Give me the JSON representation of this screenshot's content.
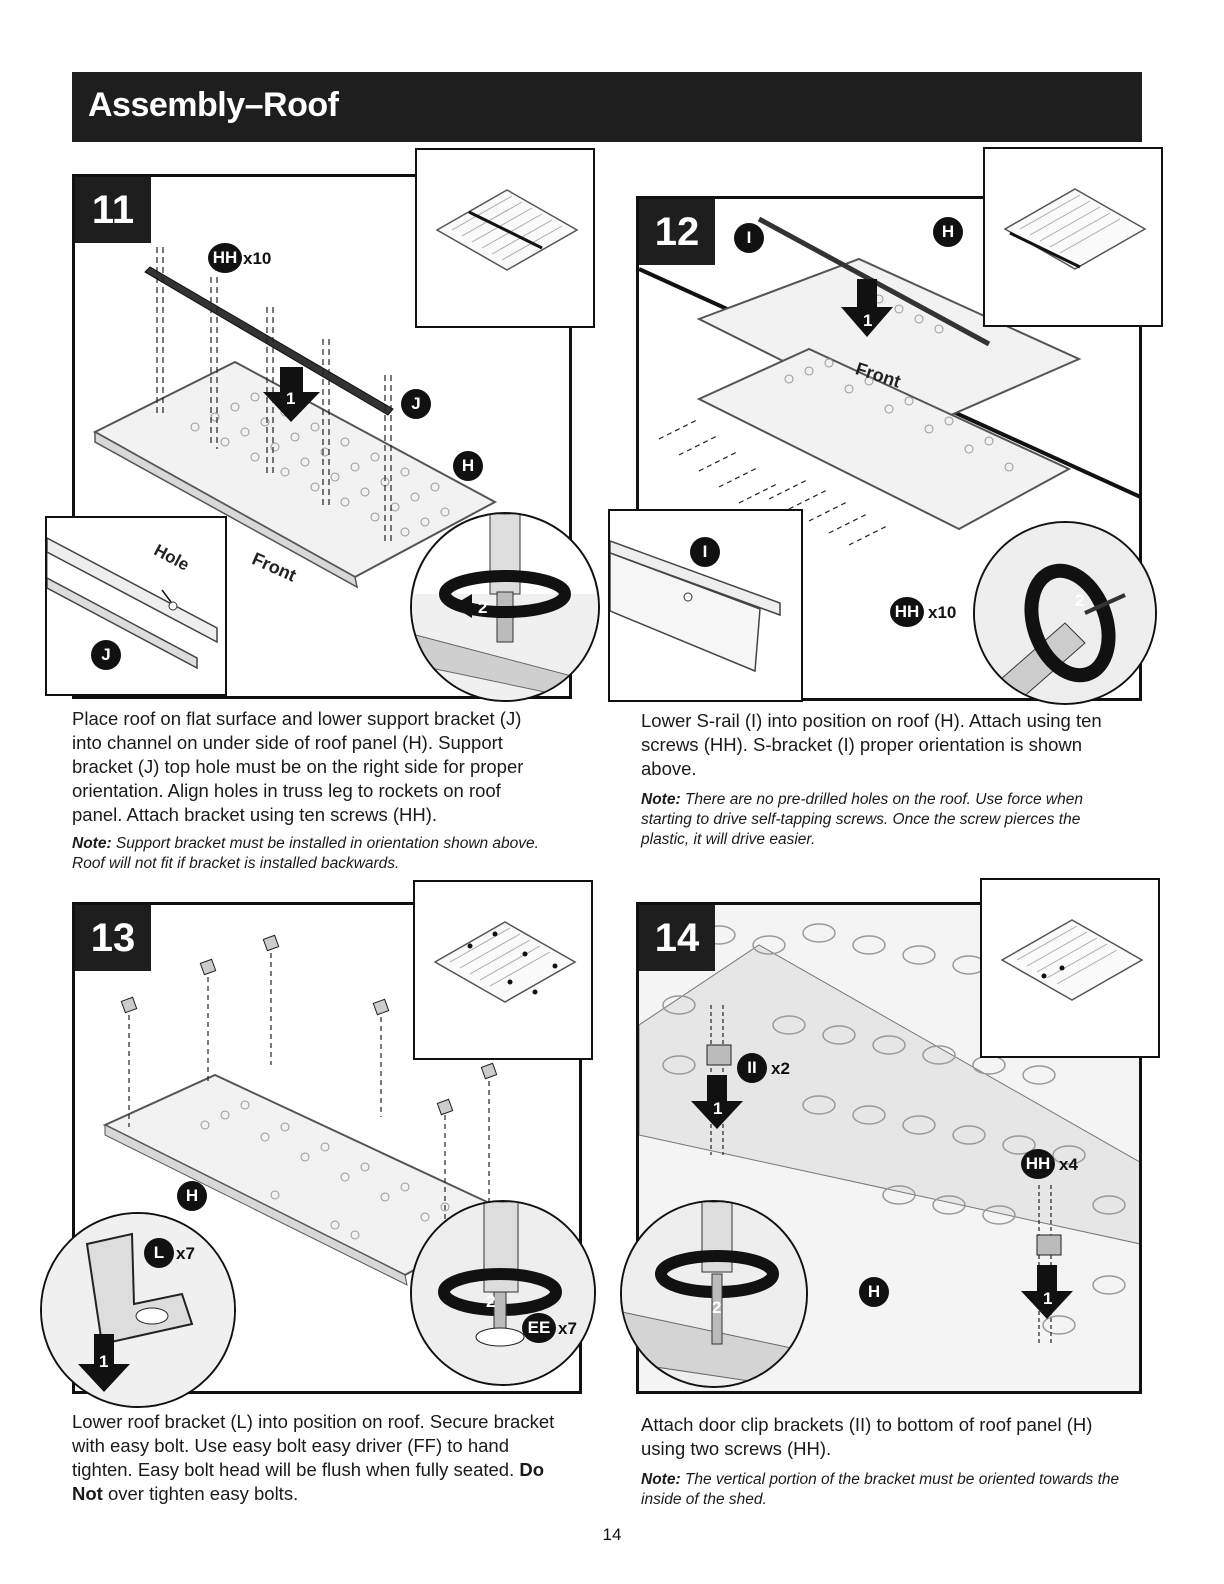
{
  "header": {
    "title": "Assembly–Roof"
  },
  "steps": {
    "s11": {
      "number": "11",
      "labels": {
        "hh": "HH",
        "hh_qty": "x10",
        "j": "J",
        "h": "H",
        "j2": "J",
        "hole": "Hole",
        "front": "Front",
        "arrow1": "1",
        "arrow2": "2"
      },
      "description": "Place roof on flat surface and lower support bracket (J) into channel on under side of roof panel (H). Support bracket (J) top hole must be on the right side for proper orientation. Align holes in truss leg to rockets on roof panel. Attach bracket using ten screws (HH).",
      "note_label": "Note:",
      "note_text": " Support bracket must be installed in orientation shown above. Roof will not fit if bracket is installed backwards."
    },
    "s12": {
      "number": "12",
      "labels": {
        "i": "I",
        "h": "H",
        "i2": "I",
        "hh": "HH",
        "hh_qty": "x10",
        "front": "Front",
        "arrow1": "1",
        "arrow2": "2"
      },
      "description": "Lower S-rail (I) into position on roof (H). Attach using ten screws (HH). S-bracket (I) proper orientation is shown above.",
      "note_label": "Note:",
      "note_text": " There are no pre-drilled holes on the roof. Use force when starting to drive self-tapping screws. Once the screw pierces the plastic, it will drive easier."
    },
    "s13": {
      "number": "13",
      "labels": {
        "h": "H",
        "l": "L",
        "l_qty": "x7",
        "ee": "EE",
        "ee_qty": "x7",
        "arrow1": "1",
        "arrow2": "2"
      },
      "description_pre": "Lower roof bracket (L) into position on roof. Secure bracket with easy bolt. Use easy bolt easy driver (FF) to hand tighten. Easy bolt head will be flush when fully seated. ",
      "description_bold": "Do Not",
      "description_post": " over tighten easy bolts."
    },
    "s14": {
      "number": "14",
      "labels": {
        "ii": "II",
        "ii_qty": "x2",
        "hh": "HH",
        "hh_qty": "x4",
        "h": "H",
        "arrow1": "1",
        "arrow1b": "1",
        "arrow2": "2"
      },
      "description": "Attach door clip brackets (II) to bottom of roof panel (H) using two screws (HH).",
      "note_label": "Note:",
      "note_text": " The vertical portion of the bracket must be oriented towards the inside of the shed."
    }
  },
  "page_number": "14"
}
